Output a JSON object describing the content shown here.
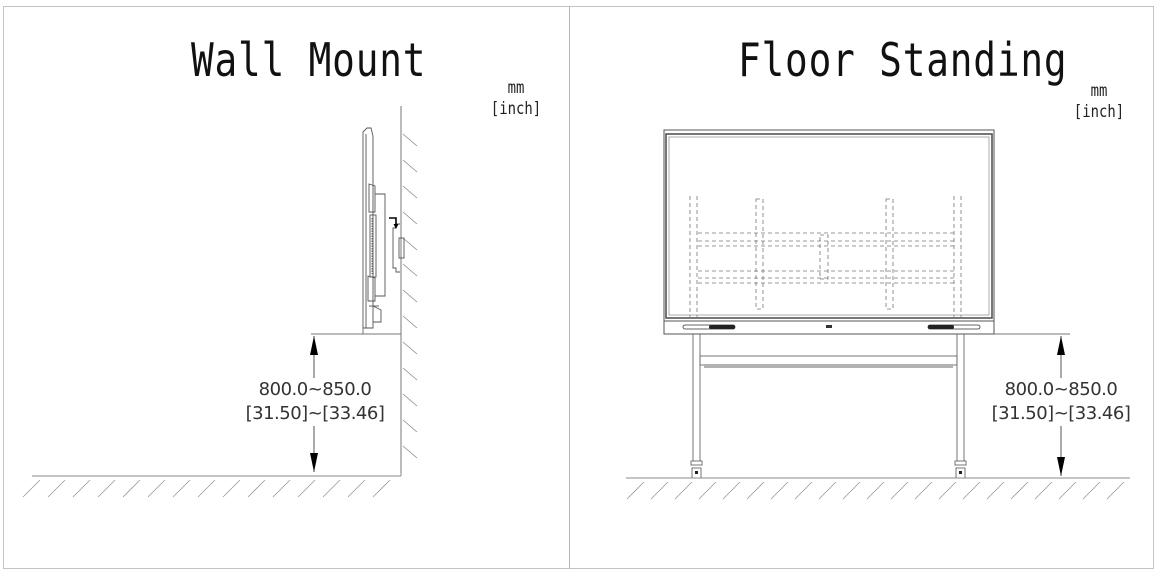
{
  "figure": {
    "panels": [
      {
        "id": "wall-mount",
        "title": "Wall Mount",
        "units": {
          "primary": "mm",
          "secondary": "[inch]"
        },
        "dimension": {
          "metric": "800.0~850.0",
          "imperial": "[31.50]~[33.46]"
        },
        "drawing": "side view of display hung on wall bracket with hook arrow, height measured from floor to display bottom"
      },
      {
        "id": "floor-standing",
        "title": "Floor Standing",
        "units": {
          "primary": "mm",
          "secondary": "[inch]"
        },
        "dimension": {
          "metric": "800.0~850.0",
          "imperial": "[31.50]~[33.46]"
        },
        "drawing": "front view of display on rolling stand with dashed mounting bracket, height measured from floor to display bottom"
      }
    ],
    "colors": {
      "line": "#555555",
      "frame": "#c4c4c4",
      "text": "#111111",
      "arrow": "#000000"
    }
  }
}
